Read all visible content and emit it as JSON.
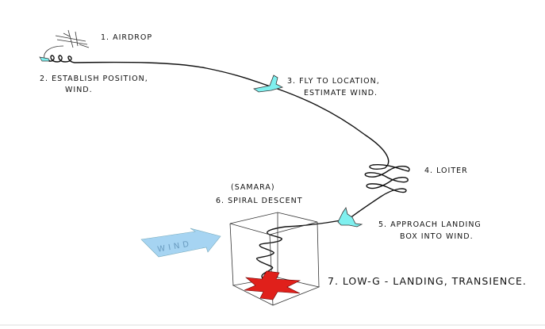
{
  "steps": {
    "s1": "1. AIRDROP",
    "s2_line1": "2. ESTABLISH POSITION,",
    "s2_line2": "WIND.",
    "s3_line1": "3. FLY TO LOCATION,",
    "s3_line2": "ESTIMATE WIND.",
    "s4": "4. LOITER",
    "s5_line1": "5. APPROACH LANDING",
    "s5_line2": "BOX INTO WIND.",
    "s6_note": "(SAMARA)",
    "s6": "6. SPIRAL DESCENT",
    "s7": "7. LOW-G - LANDING, TRANSIENCE."
  },
  "wind_label": "WIND",
  "colors": {
    "vehicle": "#7ff0ef",
    "wind": "#a6d4f2",
    "target": "#e0201b"
  }
}
